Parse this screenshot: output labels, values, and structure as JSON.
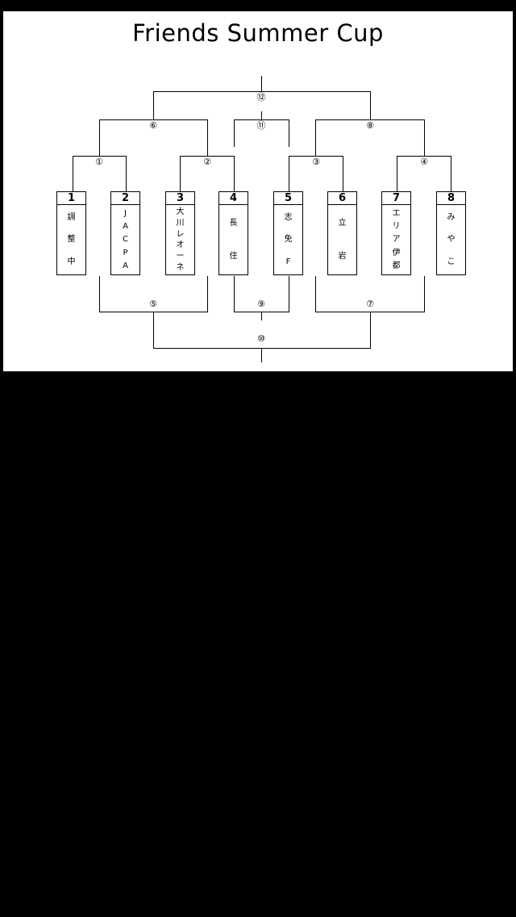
{
  "title": "Friends Summer Cup",
  "teams": [
    {
      "num": "1",
      "chars": [
        "調",
        "整",
        "中"
      ]
    },
    {
      "num": "2",
      "chars": [
        "J",
        "A",
        "C",
        "P",
        "A"
      ]
    },
    {
      "num": "3",
      "chars": [
        "大",
        "川",
        "レ",
        "オ",
        "ー",
        "ネ"
      ]
    },
    {
      "num": "4",
      "chars": [
        "長",
        "住"
      ]
    },
    {
      "num": "5",
      "chars": [
        "志",
        "免",
        "F"
      ]
    },
    {
      "num": "6",
      "chars": [
        "立",
        "岩"
      ]
    },
    {
      "num": "7",
      "chars": [
        "エ",
        "リ",
        "ア",
        "伊",
        "都"
      ]
    },
    {
      "num": "8",
      "chars": [
        "み",
        "や",
        "こ"
      ]
    }
  ],
  "matches": [
    "①",
    "②",
    "③",
    "④",
    "⑤",
    "⑥",
    "⑦",
    "⑧",
    "⑨",
    "⑩",
    "⑪",
    "⑫"
  ],
  "colors": {
    "background": "#000000",
    "sheet": "#ffffff",
    "line": "#000000"
  }
}
